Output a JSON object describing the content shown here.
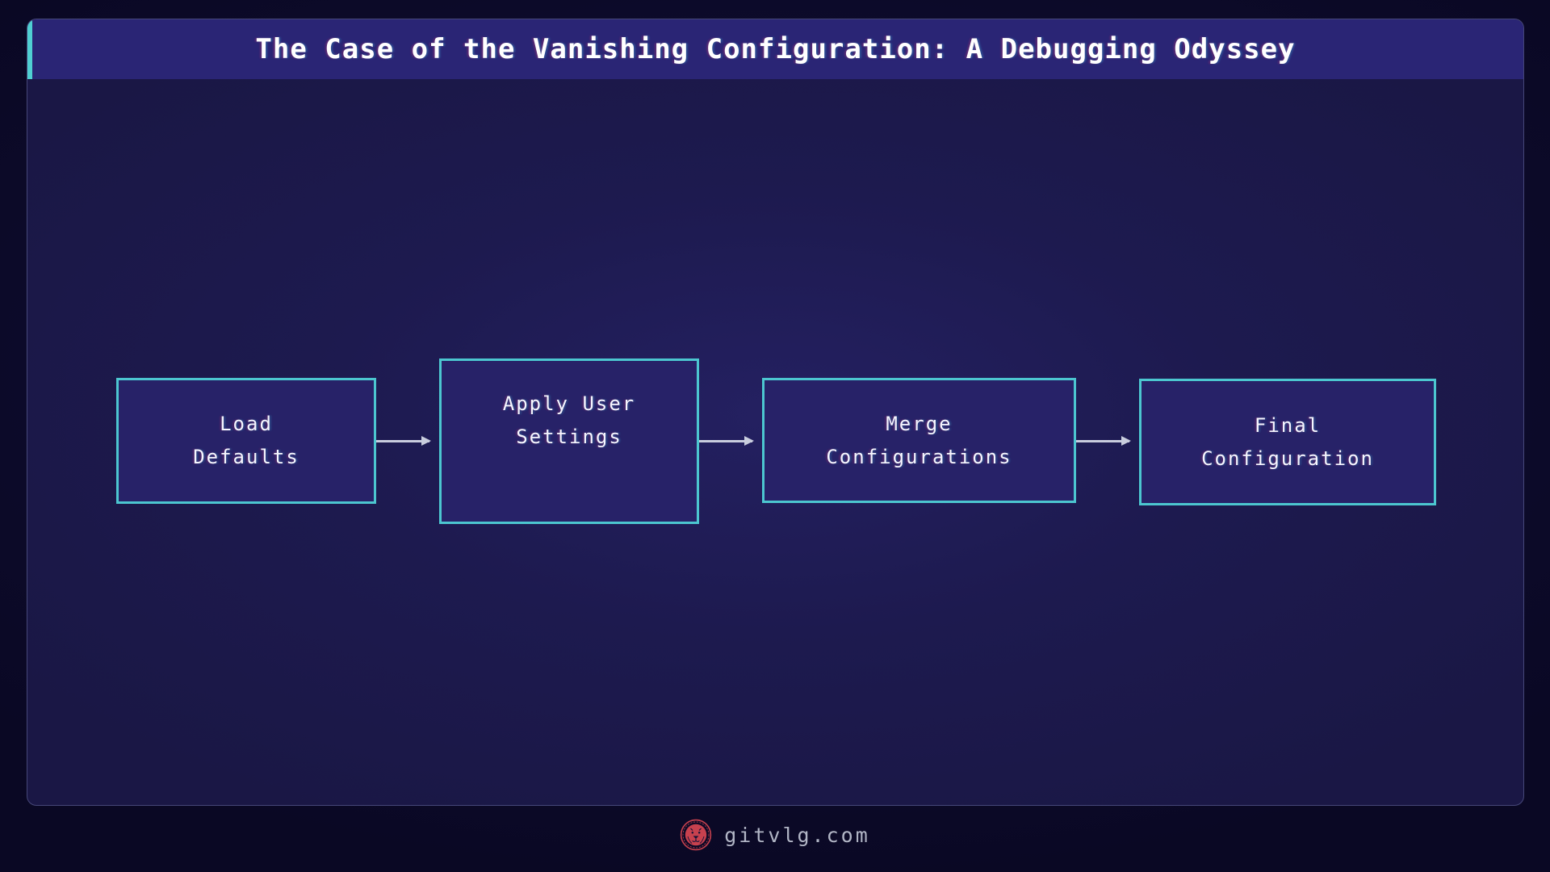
{
  "header": {
    "title": "The Case of the Vanishing Configuration: A Debugging Odyssey"
  },
  "flowchart": {
    "nodes": [
      {
        "id": "load-defaults",
        "label": "Load\nDefaults"
      },
      {
        "id": "apply-user-settings",
        "label": "Apply User\nSettings"
      },
      {
        "id": "merge-configurations",
        "label": "Merge\nConfigurations"
      },
      {
        "id": "final-configuration",
        "label": "Final\nConfiguration"
      }
    ],
    "connections": [
      {
        "from": "load-defaults",
        "to": "apply-user-settings"
      },
      {
        "from": "apply-user-settings",
        "to": "merge-configurations"
      },
      {
        "from": "merge-configurations",
        "to": "final-configuration"
      }
    ]
  },
  "footer": {
    "site": "gitvlg.com",
    "logo_icon": "lion-emblem-icon"
  },
  "colors": {
    "accent_cyan": "#4fcfd2",
    "node_fill": "#272268",
    "node_border": "#4cc6d0",
    "titlebar_bg": "#2a2575",
    "card_bg": "#1d1a4f",
    "page_bg": "#0d0b2b",
    "arrow": "#c9cdde",
    "logo_red": "#c7414e",
    "title_text": "#ffffff",
    "footer_text": "#b2b6c6"
  }
}
